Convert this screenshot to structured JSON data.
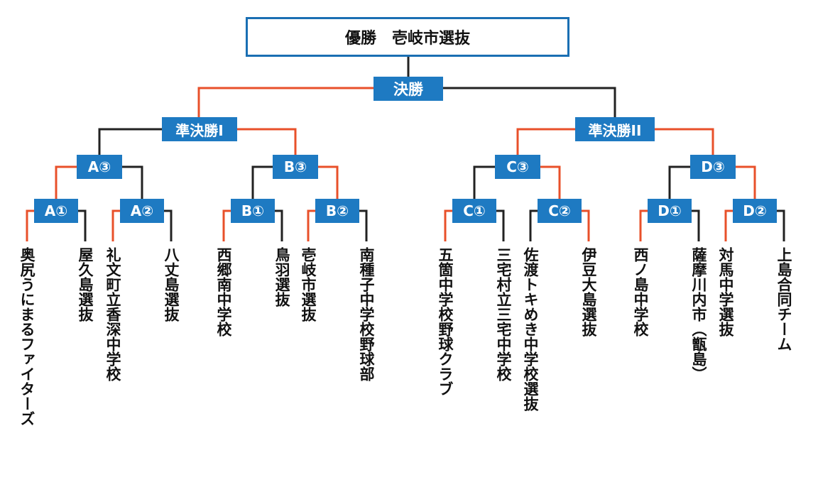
{
  "champion": "優勝　壱岐市選抜",
  "final": "決勝",
  "semis": [
    "準決勝I",
    "準決勝II"
  ],
  "quarters": [
    "A③",
    "B③",
    "C③",
    "D③"
  ],
  "rounds1": [
    "A①",
    "A②",
    "B①",
    "B②",
    "C①",
    "C②",
    "D①",
    "D②"
  ],
  "teams": [
    "奥尻うにまるファイターズ",
    "屋久島選抜",
    "礼文町立香深中学校",
    "八丈島選抜",
    "西郷南中学校",
    "鳥羽選抜",
    "壱岐市選抜",
    "南種子中学校野球部",
    "五箇中学校野球クラブ",
    "三宅村立三宅中学校",
    "佐渡トキめき中学校選抜",
    "伊豆大島選抜",
    "西ノ島中学校",
    "薩摩川内市（甑島）",
    "対馬中学選抜",
    "上島合同チーム"
  ],
  "colors": {
    "winner": "#e8502a",
    "loser": "#222222",
    "box": "#1e7ac2",
    "border": "#1a6fb3"
  }
}
